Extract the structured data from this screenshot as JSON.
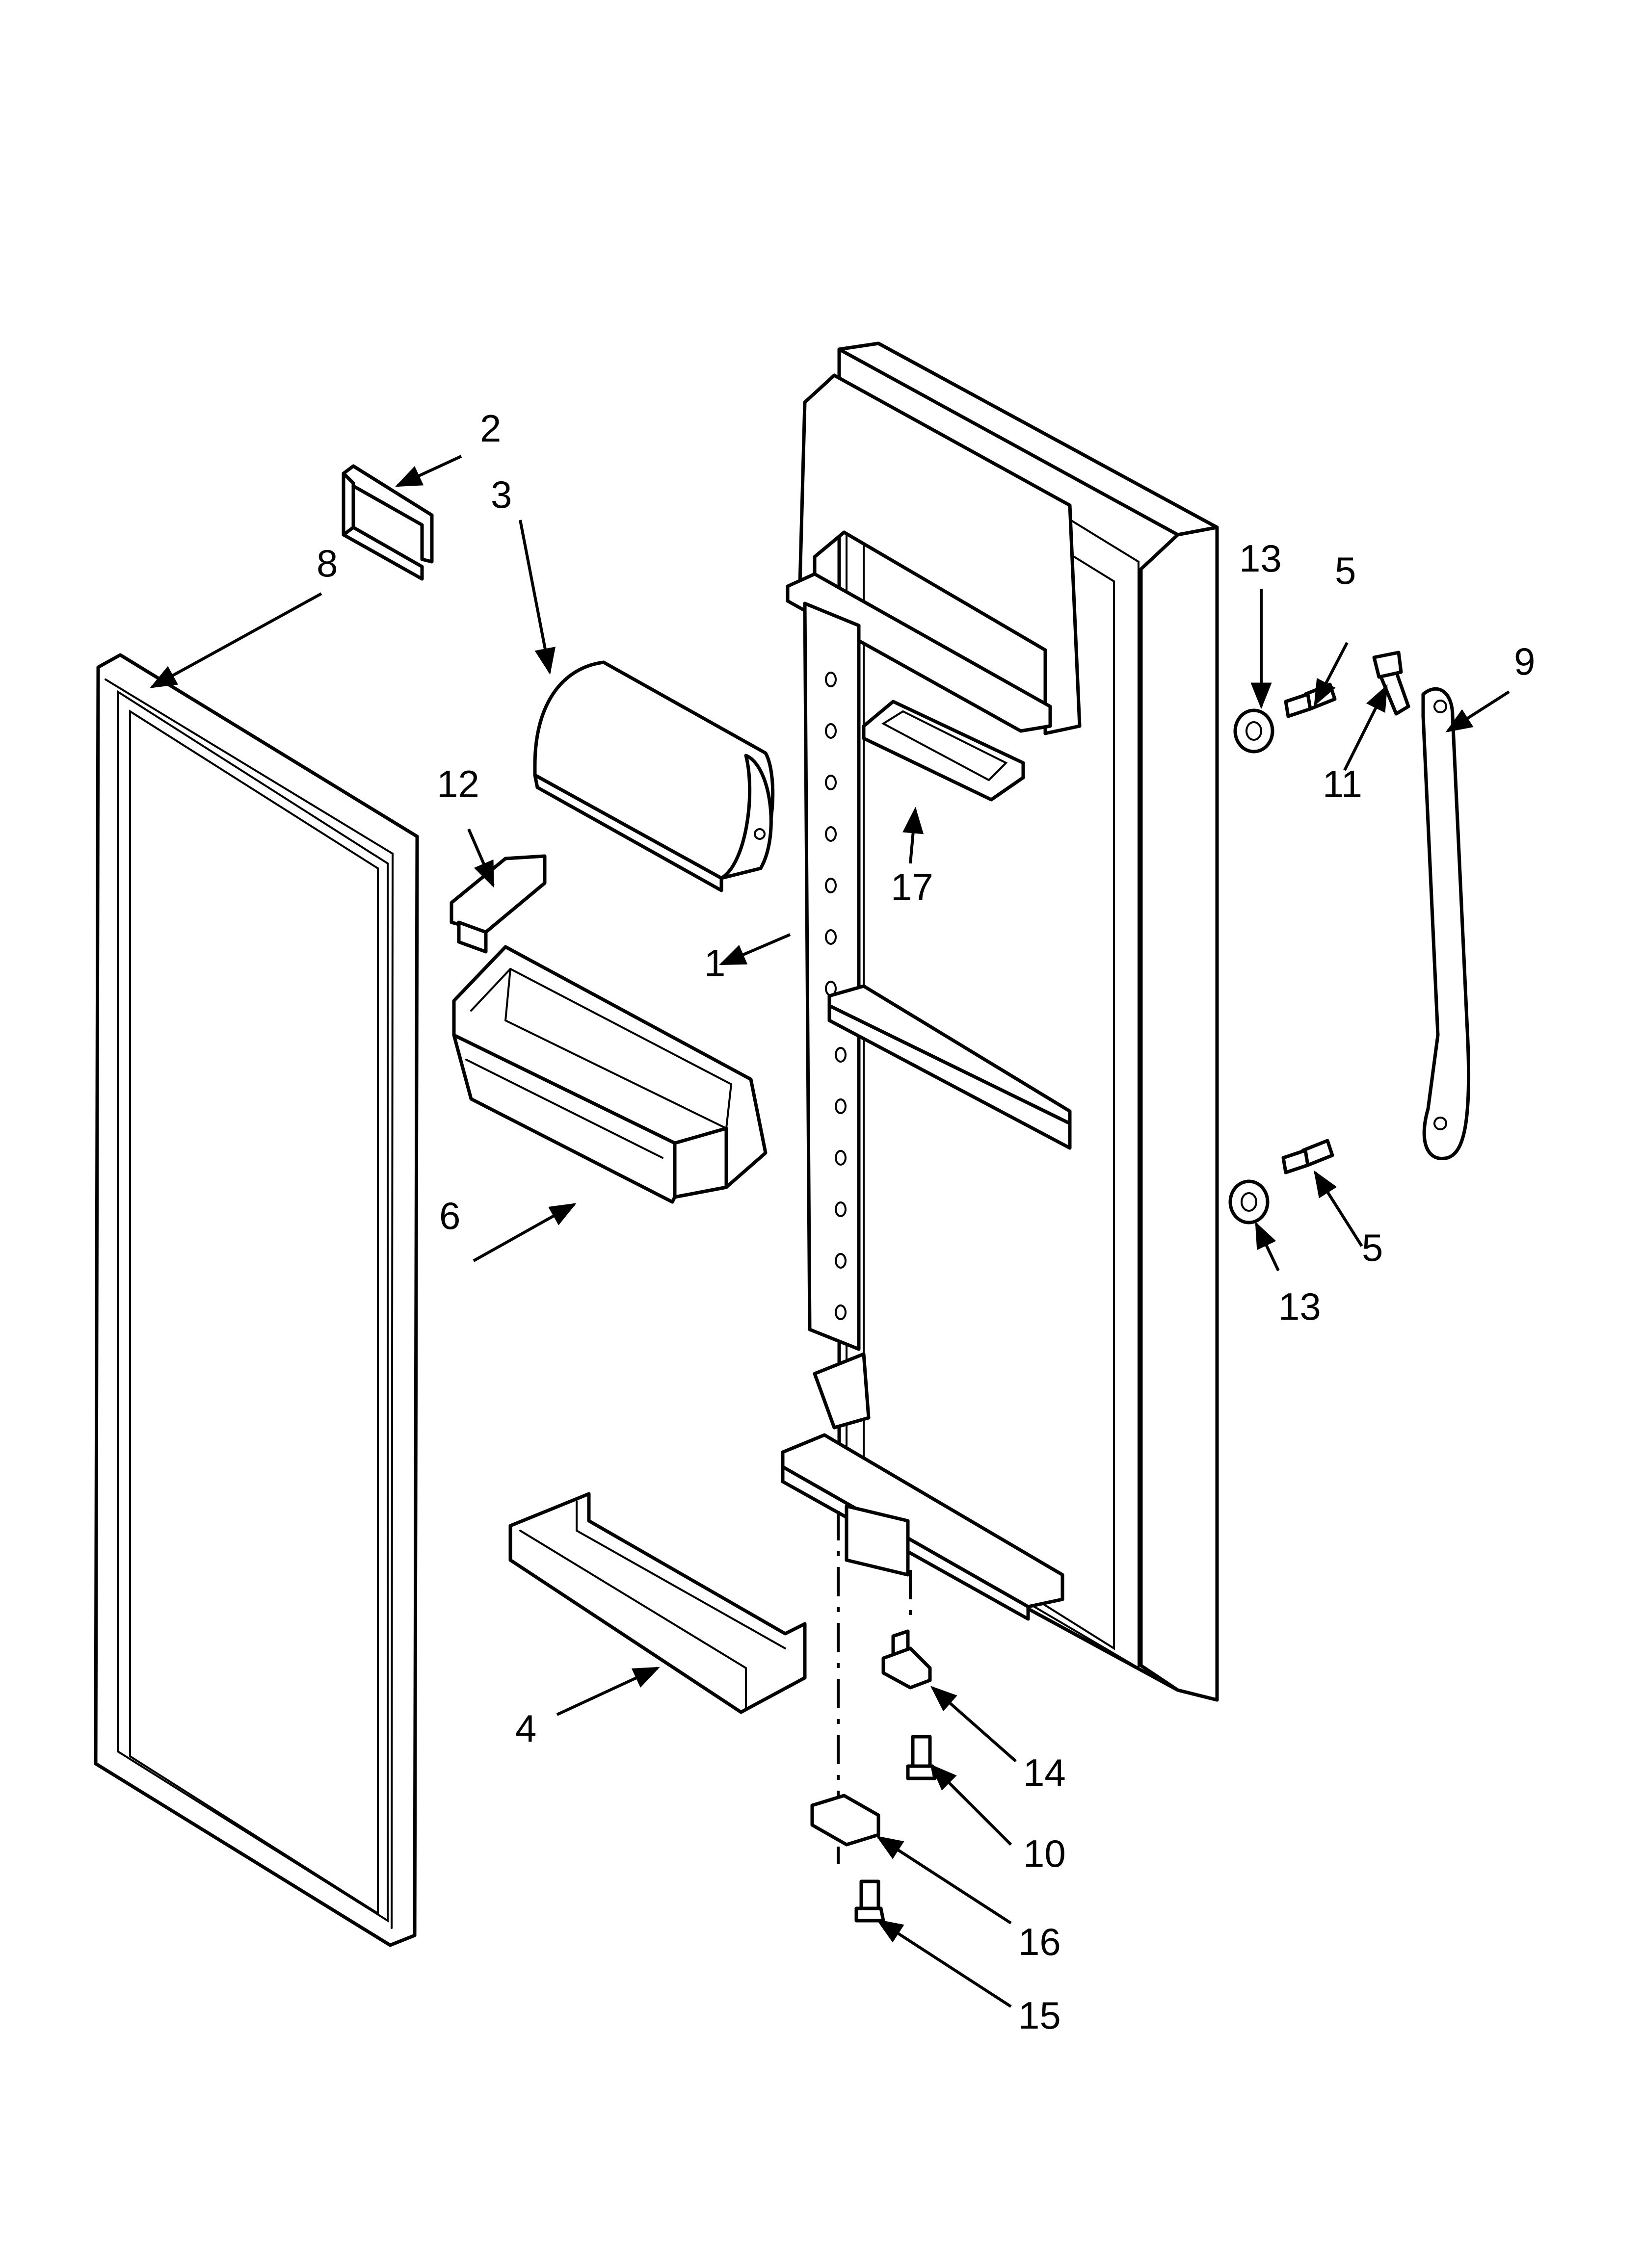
{
  "diagram": {
    "callouts": [
      {
        "id": "c1",
        "label": "1"
      },
      {
        "id": "c2",
        "label": "2"
      },
      {
        "id": "c3",
        "label": "3"
      },
      {
        "id": "c4",
        "label": "4"
      },
      {
        "id": "c5a",
        "label": "5"
      },
      {
        "id": "c5b",
        "label": "5"
      },
      {
        "id": "c6",
        "label": "6"
      },
      {
        "id": "c8",
        "label": "8"
      },
      {
        "id": "c9",
        "label": "9"
      },
      {
        "id": "c10",
        "label": "10"
      },
      {
        "id": "c11",
        "label": "11"
      },
      {
        "id": "c12",
        "label": "12"
      },
      {
        "id": "c13a",
        "label": "13"
      },
      {
        "id": "c13b",
        "label": "13"
      },
      {
        "id": "c14",
        "label": "14"
      },
      {
        "id": "c15",
        "label": "15"
      },
      {
        "id": "c16",
        "label": "16"
      },
      {
        "id": "c17",
        "label": "17"
      }
    ]
  }
}
